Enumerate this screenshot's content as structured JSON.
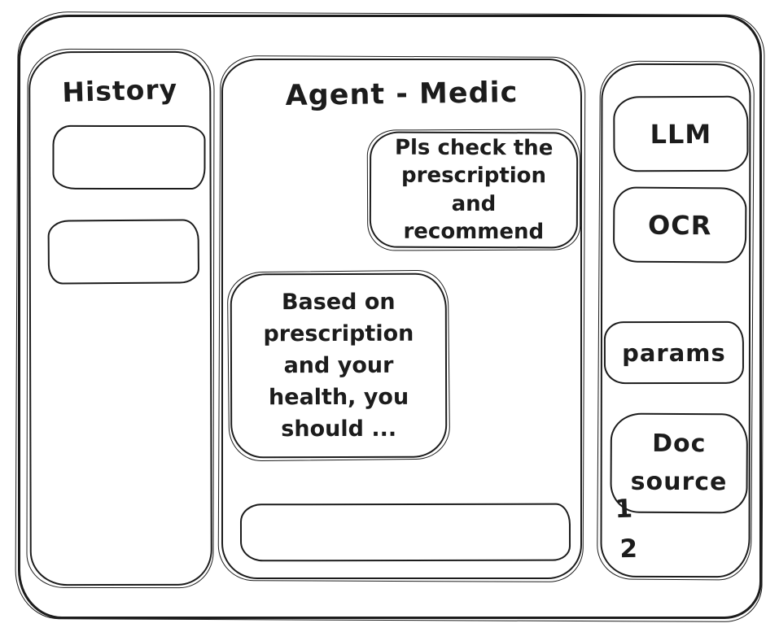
{
  "colors": {
    "ink": "#1c1c1c",
    "background": "#ffffff"
  },
  "history": {
    "title": "History",
    "items": [
      {
        "label": ""
      },
      {
        "label": ""
      }
    ]
  },
  "chat": {
    "title": "Agent - Medic",
    "messages": [
      {
        "role": "user",
        "text": "Pls check the prescription and recommend"
      },
      {
        "role": "agent",
        "text": "Based on prescription and your health, you should ..."
      }
    ],
    "input": {
      "value": "",
      "placeholder": ""
    }
  },
  "tools": {
    "items": [
      {
        "label": "LLM"
      },
      {
        "label": "OCR"
      },
      {
        "label": "params"
      },
      {
        "label": "Doc source"
      }
    ],
    "doc_source_items": [
      "1",
      "2"
    ]
  }
}
